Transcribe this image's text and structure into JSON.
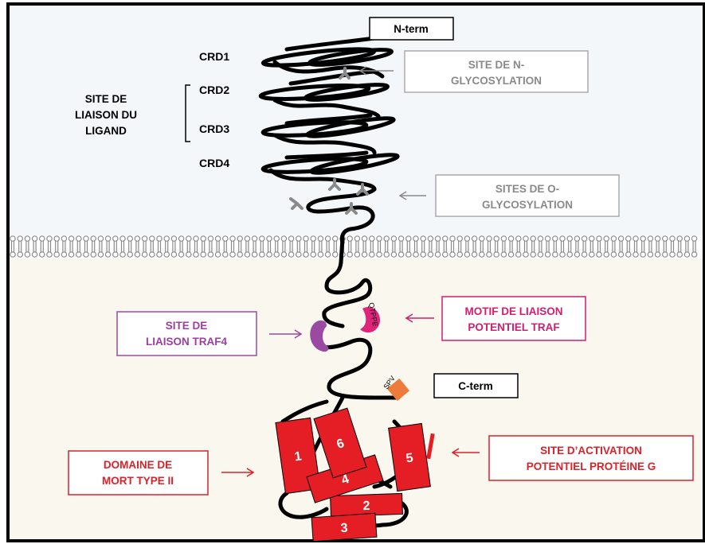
{
  "terminals": {
    "n_term": "N-term",
    "c_term": "C-term"
  },
  "crd": {
    "crd1": "CRD1",
    "crd2": "CRD2",
    "crd3": "CRD3",
    "crd4": "CRD4"
  },
  "ligand_site": {
    "line1": "SITE DE",
    "line2": "LIAISON DU",
    "line3": "LIGAND"
  },
  "n_glyco": {
    "line1": "SITE DE N-",
    "line2": "GLYCOSYLATION"
  },
  "o_glyco": {
    "line1": "SITES DE O-",
    "line2": "GLYCOSYLATION"
  },
  "traf_motif": {
    "line1": "MOTIF DE LIAISON",
    "line2": "POTENTIEL TRAF"
  },
  "traf4_site": {
    "line1": "SITE DE",
    "line2": "LIAISON TRAF4"
  },
  "death_domain": {
    "line1": "DOMAINE DE",
    "line2": "MORT TYPE II"
  },
  "g_protein": {
    "line1": "SITE D’ACTIVATION",
    "line2": "POTENTIEL PROTÉINE G"
  },
  "motif_seq": {
    "traf": "QTPPE",
    "c_term": "SPV"
  },
  "helices": [
    "1",
    "2",
    "3",
    "4",
    "5",
    "6"
  ],
  "colors": {
    "extracellular": "#f4f7fa",
    "intracellular": "#faf7ee",
    "helix": "#e51e25",
    "traf_motif": "#e0247c",
    "traf4": "#9b4aa3",
    "c_term_patch": "#ee7b3a",
    "gray_text": "#8a8a8a",
    "red_text": "#d8232a",
    "pink_text": "#d51d6d",
    "purple_text": "#9b3fa0"
  }
}
